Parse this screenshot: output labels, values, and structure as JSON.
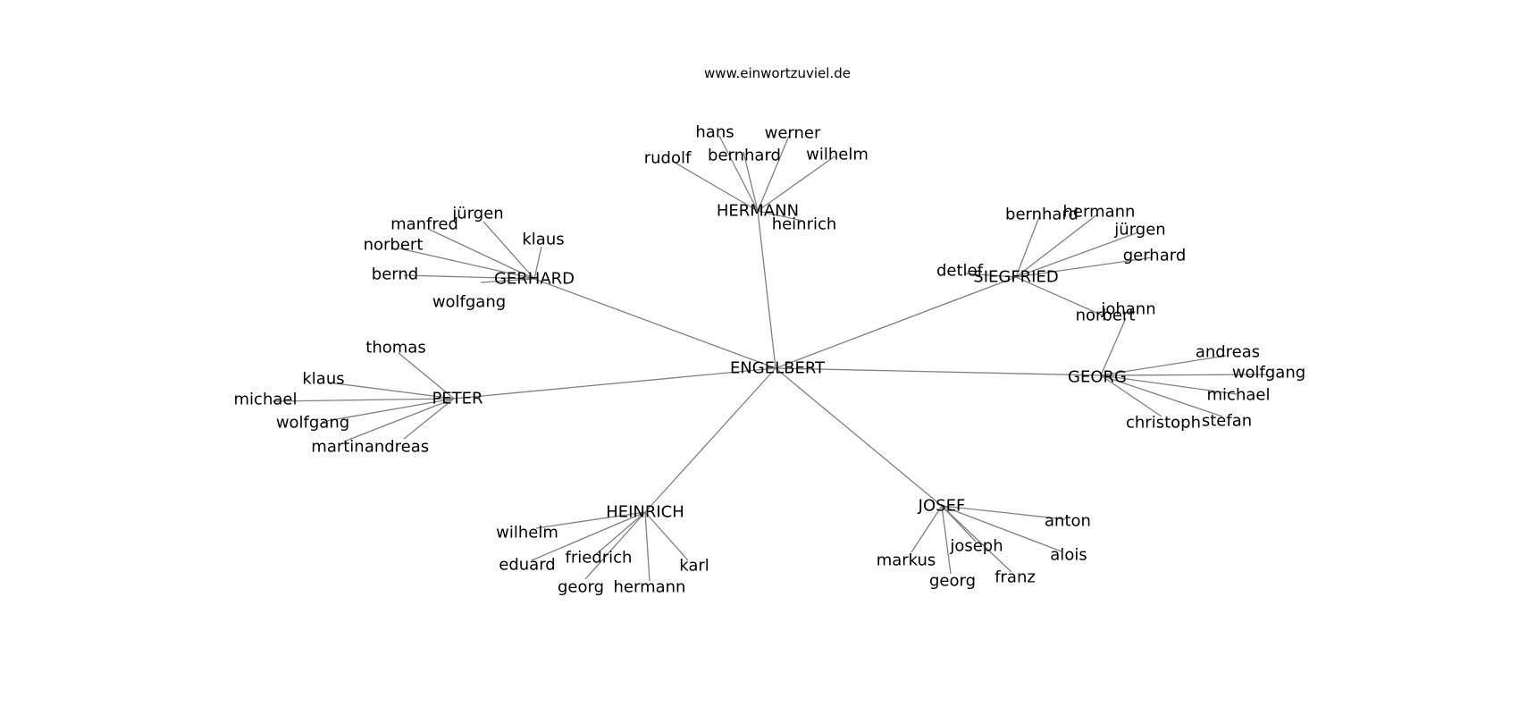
{
  "header": {
    "title": "www.einwortzuviel.de"
  },
  "graph": {
    "center": "ENGELBERT",
    "branches": [
      {
        "hub": "HERMANN",
        "leaves": [
          "hans",
          "werner",
          "rudolf",
          "bernhard",
          "wilhelm",
          "heinrich"
        ]
      },
      {
        "hub": "GERHARD",
        "leaves": [
          "jürgen",
          "manfred",
          "klaus",
          "norbert",
          "bernd",
          "wolfgang"
        ]
      },
      {
        "hub": "SIEGFRIED",
        "leaves": [
          "bernhard",
          "hermann",
          "jürgen",
          "detlef",
          "gerhard",
          "norbert"
        ]
      },
      {
        "hub": "GEORG",
        "leaves": [
          "johann",
          "andreas",
          "wolfgang",
          "michael",
          "christoph",
          "stefan"
        ]
      },
      {
        "hub": "PETER",
        "leaves": [
          "thomas",
          "klaus",
          "michael",
          "wolfgang",
          "martin",
          "andreas"
        ]
      },
      {
        "hub": "HEINRICH",
        "leaves": [
          "wilhelm",
          "eduard",
          "friedrich",
          "karl",
          "georg",
          "hermann"
        ]
      },
      {
        "hub": "JOSEF",
        "leaves": [
          "anton",
          "markus",
          "joseph",
          "alois",
          "georg",
          "franz"
        ]
      }
    ]
  }
}
